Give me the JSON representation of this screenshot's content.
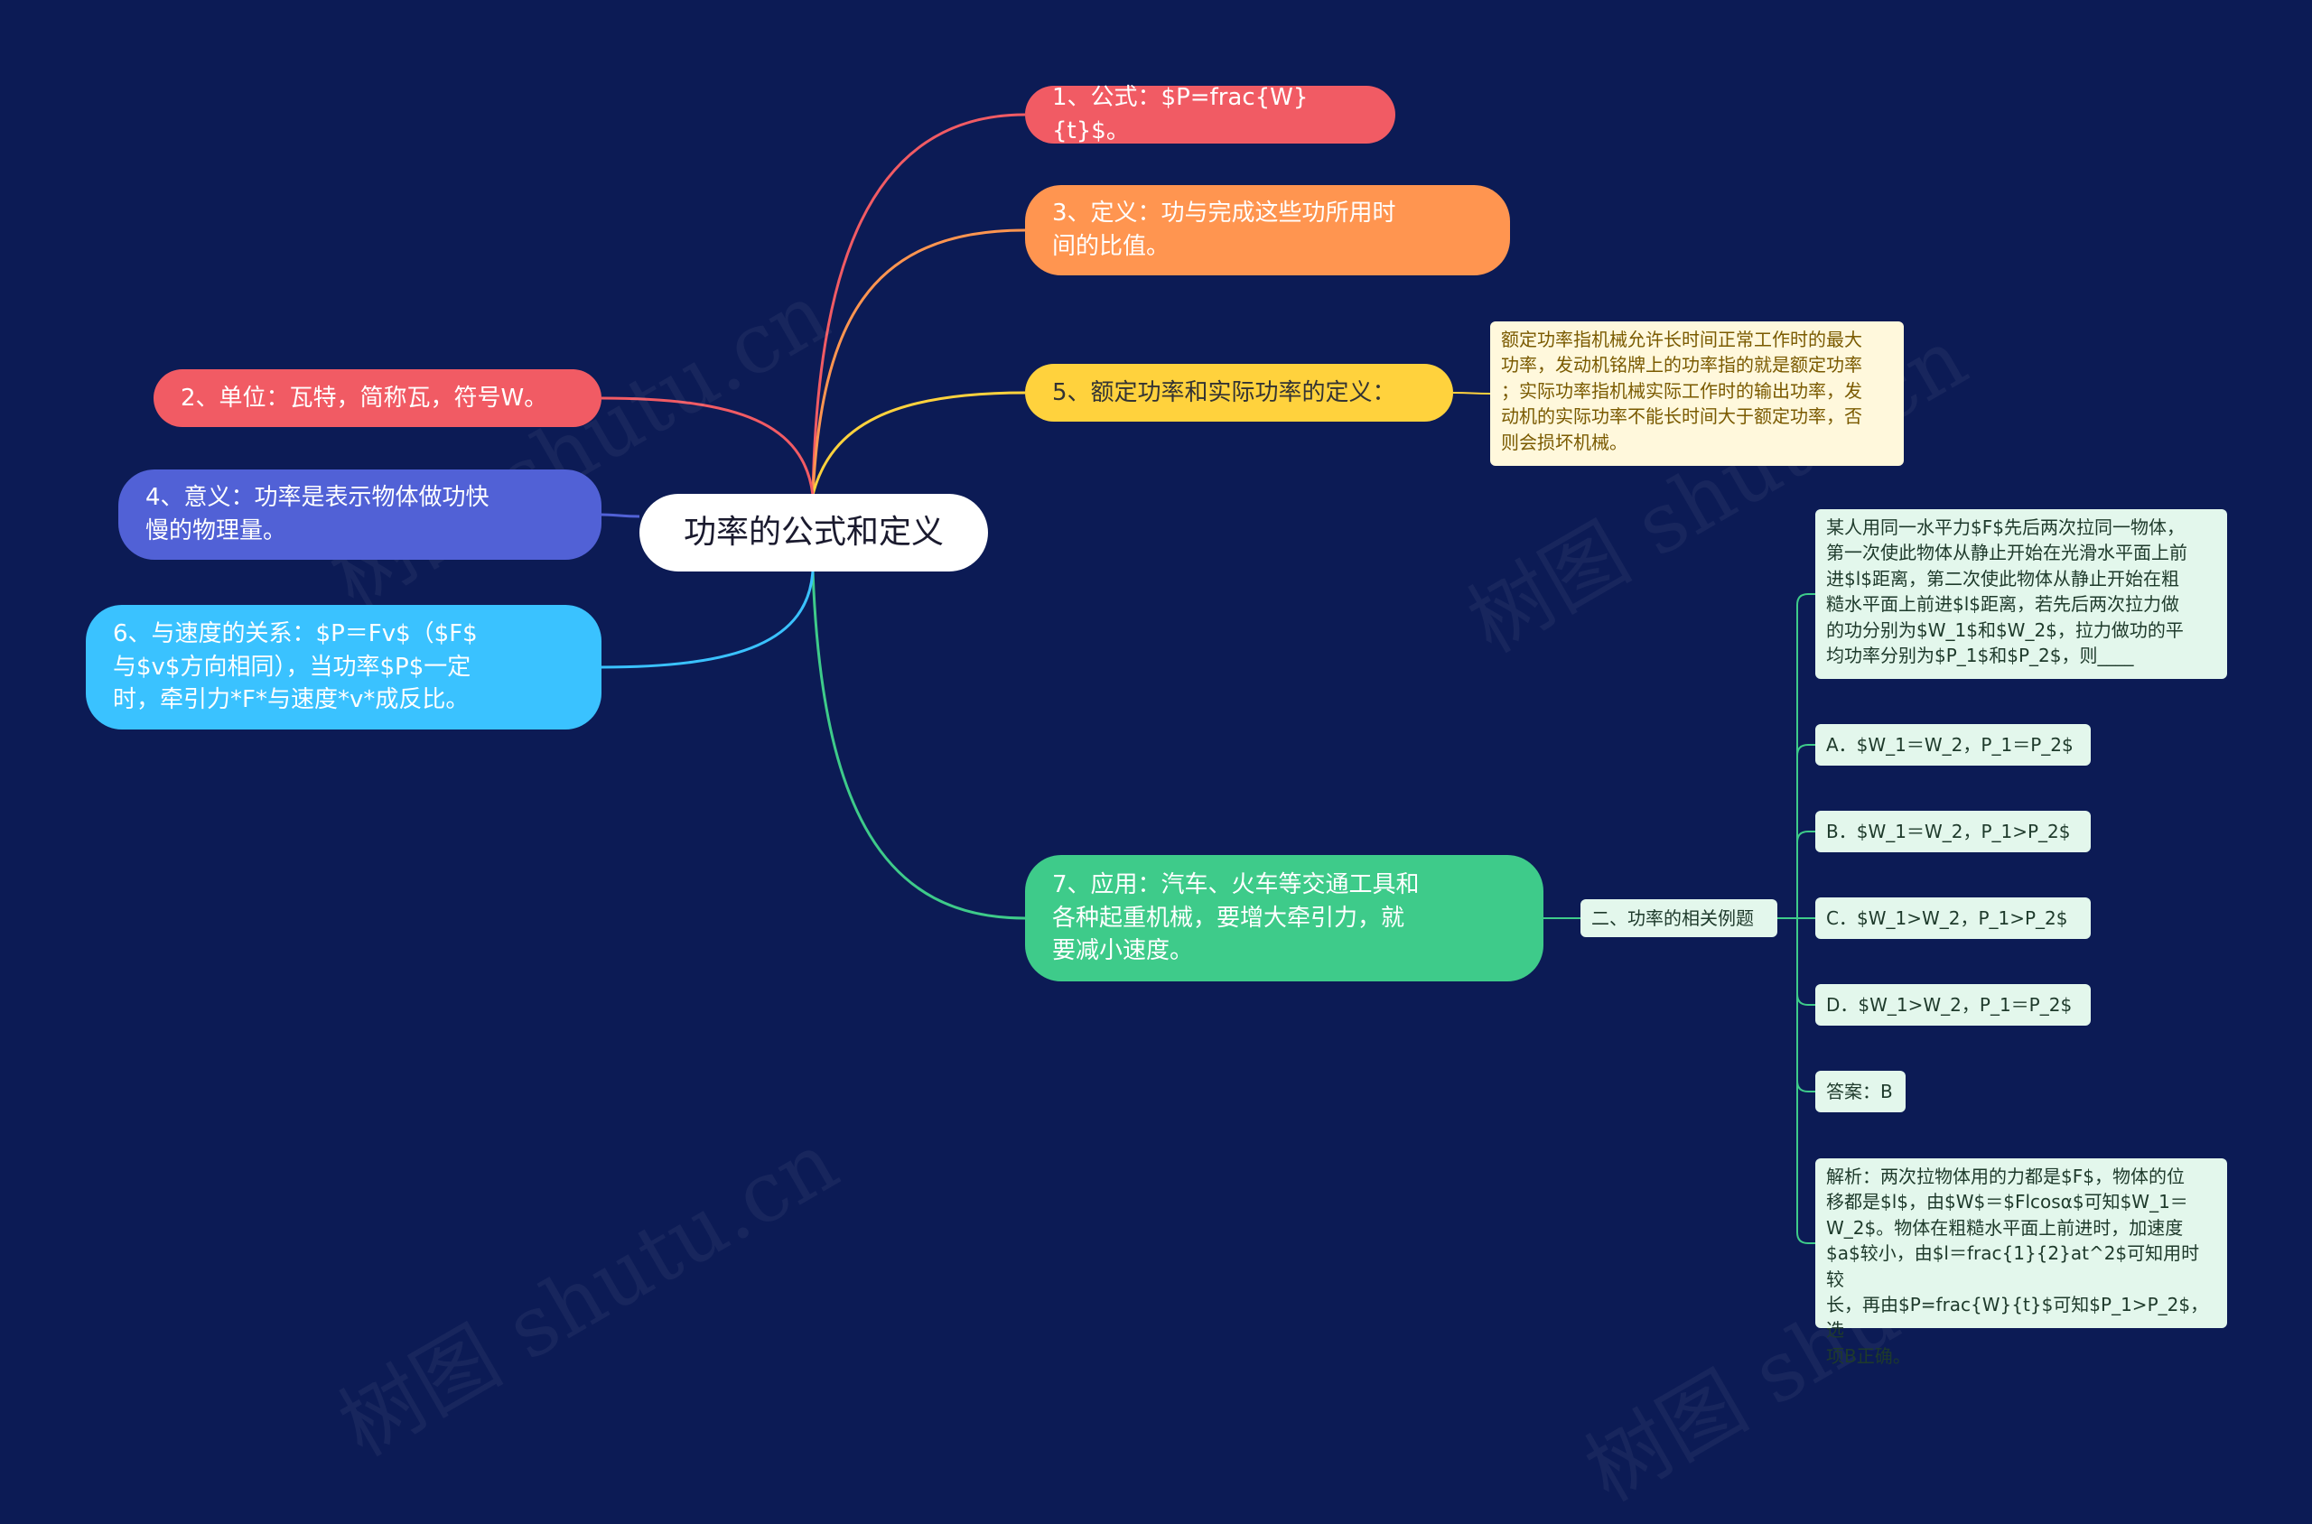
{
  "mindmap": {
    "root": "功率的公式和定义",
    "branches": {
      "b1": {
        "text": "1、公式：$P=frac{W}{t}$。",
        "color": "#f15b64"
      },
      "b3": {
        "text": "3、定义：功与完成这些功所用时\n间的比值。",
        "color": "#ff9550"
      },
      "b5": {
        "text": "5、额定功率和实际功率的定义：",
        "color": "#ffd23d"
      },
      "b7": {
        "text": "7、应用：汽车、火车等交通工具和\n各种起重机械，要增大牵引力，就\n要减小速度。",
        "color": "#3ecb8a"
      },
      "b2": {
        "text": "2、单位：瓦特，简称瓦，符号W。",
        "color": "#f15b64"
      },
      "b4": {
        "text": "4、意义：功率是表示物体做功快\n慢的物理量。",
        "color": "#5161d6"
      },
      "b6": {
        "text": "6、与速度的关系：$P＝Fv$（$F$\n与$v$方向相同），当功率$P$一定\n时，牵引力*F*与速度*v*成反比。",
        "color": "#3ac2ff"
      }
    },
    "rated_note": "额定功率指机械允许长时间正常工作时的最大\n功率，发动机铭牌上的功率指的就是额定功率\n；实际功率指机械实际工作时的输出功率，发\n动机的实际功率不能长时间大于额定功率，否\n则会损坏机械。",
    "example": {
      "label": "二、功率的相关例题",
      "question": "某人用同一水平力$F$先后两次拉同一物体，\n第一次使此物体从静止开始在光滑水平面上前\n进$l$距离，第二次使此物体从静止开始在粗\n糙水平面上前进$l$距离，若先后两次拉力做\n的功分别为$W_1$和$W_2$，拉力做功的平\n均功率分别为$P_1$和$P_2$，则____",
      "option_a": "A．$W_1＝W_2，P_1＝P_2$",
      "option_b": "B．$W_1＝W_2，P_1>P_2$",
      "option_c": "C．$W_1>W_2，P_1>P_2$",
      "option_d": "D．$W_1>W_2，P_1＝P_2$",
      "answer": "答案：B",
      "analysis": "解析：两次拉物体用的力都是$F$，物体的位\n移都是$l$，由$W$＝$Flcosα$可知$W_1＝\nW_2$。物体在粗糙水平面上前进时，加速度\n$a$较小，由$l＝frac{1}{2}at^2$可知用时较\n长，再由$P=frac{W}{t}$可知$P_1>P_2$，选\n项B正确。"
    },
    "colors": {
      "note_bg": "#fff8dc",
      "note_text": "#7a5a00",
      "example_bg": "#e3f7ec",
      "example_text": "#1e3a2b",
      "example_line": "#3ecb8a"
    },
    "watermark": "树图 shutu.cn"
  }
}
